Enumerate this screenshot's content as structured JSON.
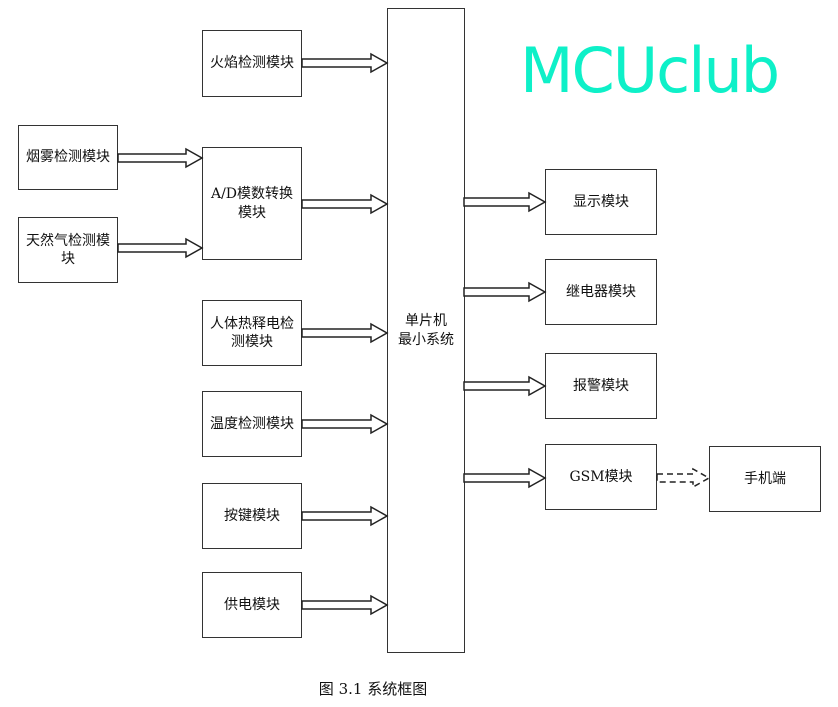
{
  "watermark": "MCUclub",
  "modules": {
    "fire": "火焰检测模块",
    "smoke": "烟雾检测模块",
    "gas": "天然气检测模块",
    "ad": "A/D模数转换模块",
    "pir": "人体热释电检测模块",
    "temp": "温度检测模块",
    "key": "按键模块",
    "power": "供电模块",
    "mcu": "单片机 最小系统",
    "display": "显示模块",
    "relay": "继电器模块",
    "alarm": "报警模块",
    "gsm": "GSM模块",
    "phone": "手机端"
  },
  "caption": "图 3.1  系统框图"
}
